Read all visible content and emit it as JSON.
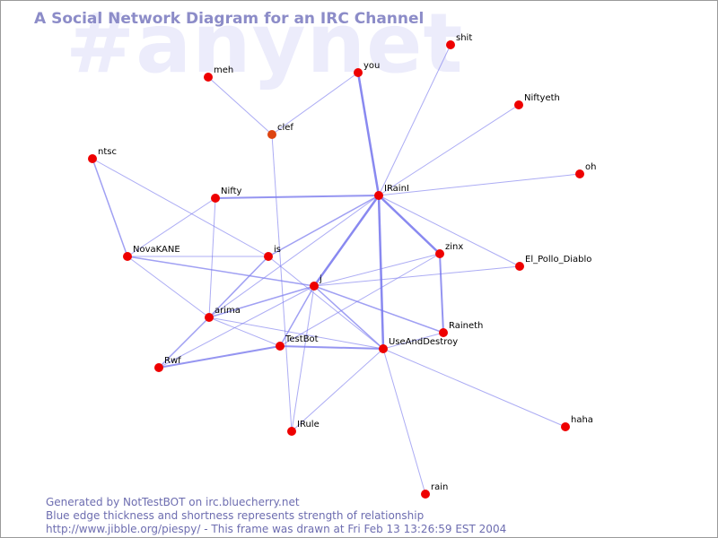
{
  "watermark": "#anynet",
  "title": "A Social Network Diagram for an IRC Channel",
  "footer": {
    "line1": "Generated by NotTestBOT on irc.bluecherry.net",
    "line2": "Blue edge thickness and shortness represents strength of relationship",
    "line3": "http://www.jibble.org/piespy/ - This frame was drawn at Fri Feb 13 13:26:59 EST 2004"
  },
  "colors": {
    "background": "#ffffff",
    "edge": "#7c7cee",
    "node": "#ee0000",
    "node_dim": "#dd4411",
    "label": "#000000",
    "title": "#8c8cc8",
    "watermark": "#ececfb"
  },
  "nodes": [
    {
      "id": "meh",
      "label": "meh"
    },
    {
      "id": "you",
      "label": "you"
    },
    {
      "id": "shit",
      "label": "shit"
    },
    {
      "id": "Niftyeth",
      "label": "Niftyeth"
    },
    {
      "id": "clef",
      "label": "clef"
    },
    {
      "id": "ntsc",
      "label": "ntsc"
    },
    {
      "id": "oh",
      "label": "oh"
    },
    {
      "id": "Nifty",
      "label": "Nifty"
    },
    {
      "id": "IRainI",
      "label": "IRainI"
    },
    {
      "id": "zinx",
      "label": "zinx"
    },
    {
      "id": "NovaKANE",
      "label": "NovaKANE"
    },
    {
      "id": "is",
      "label": "is"
    },
    {
      "id": "El_Pollo_Diablo",
      "label": "El_Pollo_Diablo"
    },
    {
      "id": "j",
      "label": "j"
    },
    {
      "id": "arima",
      "label": "arima"
    },
    {
      "id": "Raineth",
      "label": "Raineth"
    },
    {
      "id": "TestBot",
      "label": "TestBot"
    },
    {
      "id": "UseAndDestroy",
      "label": "UseAndDestroy"
    },
    {
      "id": "Rwf",
      "label": "Rwf"
    },
    {
      "id": "IRule",
      "label": "IRule"
    },
    {
      "id": "haha",
      "label": "haha"
    },
    {
      "id": "rain",
      "label": "rain"
    }
  ],
  "edges": [
    {
      "from": "meh",
      "to": "clef",
      "weight": 1
    },
    {
      "from": "ntsc",
      "to": "NovaKANE",
      "weight": 1.5
    },
    {
      "from": "ntsc",
      "to": "is",
      "weight": 1
    },
    {
      "from": "you",
      "to": "clef",
      "weight": 1
    },
    {
      "from": "you",
      "to": "IRainI",
      "weight": 2.5
    },
    {
      "from": "shit",
      "to": "IRainI",
      "weight": 1
    },
    {
      "from": "Niftyeth",
      "to": "IRainI",
      "weight": 1
    },
    {
      "from": "oh",
      "to": "IRainI",
      "weight": 1
    },
    {
      "from": "clef",
      "to": "IRule",
      "weight": 1
    },
    {
      "from": "Nifty",
      "to": "IRainI",
      "weight": 2
    },
    {
      "from": "Nifty",
      "to": "NovaKANE",
      "weight": 1
    },
    {
      "from": "Nifty",
      "to": "arima",
      "weight": 1
    },
    {
      "from": "IRainI",
      "to": "zinx",
      "weight": 2.5
    },
    {
      "from": "IRainI",
      "to": "is",
      "weight": 1.5
    },
    {
      "from": "IRainI",
      "to": "j",
      "weight": 2.5
    },
    {
      "from": "IRainI",
      "to": "UseAndDestroy",
      "weight": 2.5
    },
    {
      "from": "IRainI",
      "to": "El_Pollo_Diablo",
      "weight": 1
    },
    {
      "from": "IRainI",
      "to": "arima",
      "weight": 1
    },
    {
      "from": "zinx",
      "to": "Raineth",
      "weight": 2
    },
    {
      "from": "zinx",
      "to": "j",
      "weight": 1
    },
    {
      "from": "zinx",
      "to": "TestBot",
      "weight": 1
    },
    {
      "from": "NovaKANE",
      "to": "is",
      "weight": 1
    },
    {
      "from": "NovaKANE",
      "to": "j",
      "weight": 1.5
    },
    {
      "from": "NovaKANE",
      "to": "arima",
      "weight": 1
    },
    {
      "from": "is",
      "to": "arima",
      "weight": 1.5
    },
    {
      "from": "is",
      "to": "UseAndDestroy",
      "weight": 1
    },
    {
      "from": "j",
      "to": "El_Pollo_Diablo",
      "weight": 1
    },
    {
      "from": "j",
      "to": "arima",
      "weight": 1.5
    },
    {
      "from": "j",
      "to": "Raineth",
      "weight": 1.5
    },
    {
      "from": "j",
      "to": "TestBot",
      "weight": 1.5
    },
    {
      "from": "j",
      "to": "UseAndDestroy",
      "weight": 1.5
    },
    {
      "from": "j",
      "to": "Rwf",
      "weight": 1
    },
    {
      "from": "j",
      "to": "IRule",
      "weight": 1
    },
    {
      "from": "arima",
      "to": "TestBot",
      "weight": 1
    },
    {
      "from": "arima",
      "to": "UseAndDestroy",
      "weight": 1
    },
    {
      "from": "arima",
      "to": "Rwf",
      "weight": 1.5
    },
    {
      "from": "TestBot",
      "to": "UseAndDestroy",
      "weight": 2
    },
    {
      "from": "TestBot",
      "to": "Rwf",
      "weight": 2
    },
    {
      "from": "UseAndDestroy",
      "to": "Raineth",
      "weight": 1
    },
    {
      "from": "UseAndDestroy",
      "to": "IRule",
      "weight": 1
    },
    {
      "from": "UseAndDestroy",
      "to": "haha",
      "weight": 1
    },
    {
      "from": "UseAndDestroy",
      "to": "rain",
      "weight": 1
    }
  ]
}
